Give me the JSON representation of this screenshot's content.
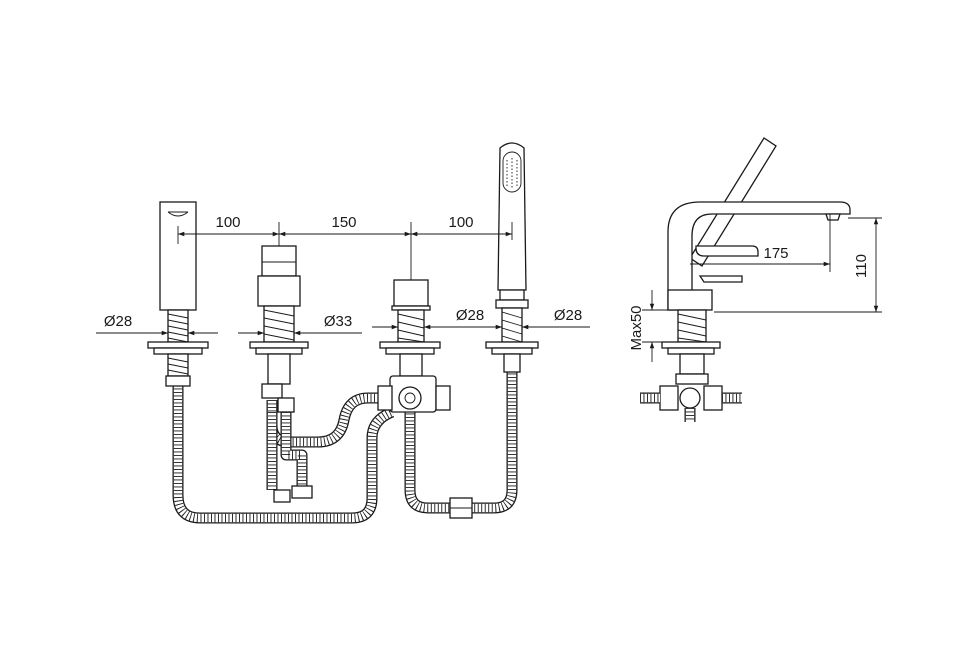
{
  "dimensions": {
    "spacing_spout_to_valve": "100",
    "spacing_valve_to_diverter": "150",
    "spacing_diverter_to_handshower": "100",
    "hole_spout": "Ø28",
    "hole_valve": "Ø33",
    "hole_diverter": "Ø28",
    "hole_handshower": "Ø28",
    "spout_projection": "175",
    "spout_height": "110",
    "max_deck_thickness": "Max50"
  },
  "views": [
    "front-view",
    "side-view"
  ],
  "colors": {
    "line": "#1a1a1a",
    "background": "#ffffff"
  }
}
